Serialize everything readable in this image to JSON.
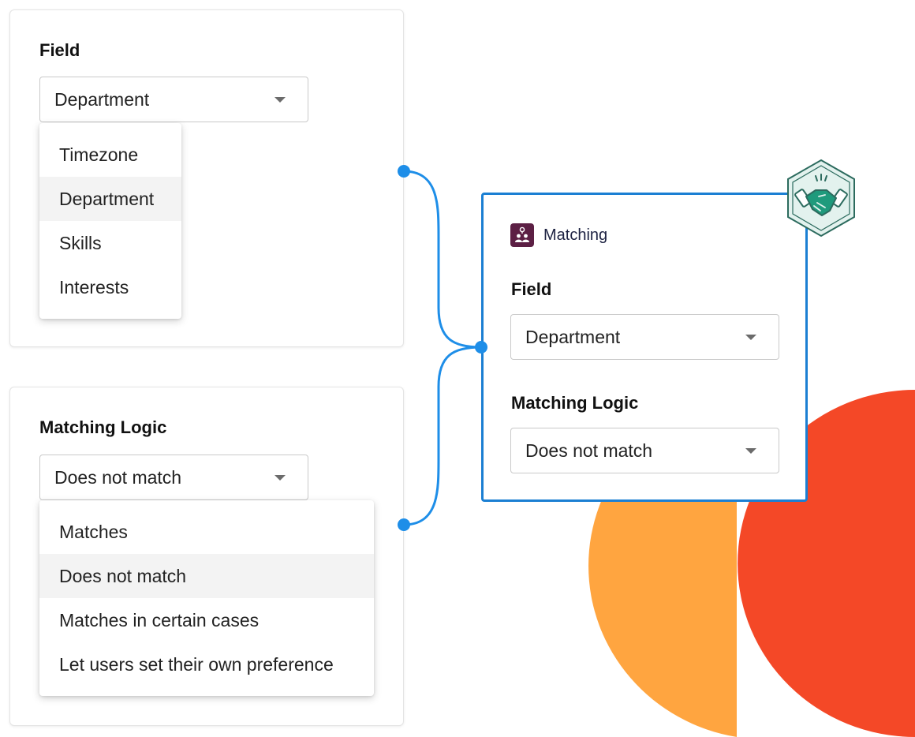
{
  "top_panel": {
    "field_label": "Field",
    "field_value": "Department",
    "options": [
      "Timezone",
      "Department",
      "Skills",
      "Interests"
    ],
    "selected_index": 1
  },
  "bottom_panel": {
    "logic_label": "Matching Logic",
    "logic_value": "Does not match",
    "options": [
      "Matches",
      "Does not match",
      "Matches in certain cases",
      "Let users set their own preference"
    ],
    "selected_index": 1
  },
  "matching_card": {
    "app_name": "Matching",
    "field_label": "Field",
    "field_value": "Department",
    "logic_label": "Matching Logic",
    "logic_value": "Does not match"
  },
  "icons": {
    "app_icon": "people-pin-icon",
    "badge_icon": "handshake-icon",
    "caret": "chevron-down-icon"
  },
  "colors": {
    "connector": "#1e8ee8",
    "card_border": "#1b7fd3",
    "app_icon_bg": "#5c1f44",
    "badge_bg": "#e3f2ee",
    "badge_accent": "#1f9a7c",
    "orange_shape": "#ffa540",
    "red_shape": "#f44827"
  }
}
